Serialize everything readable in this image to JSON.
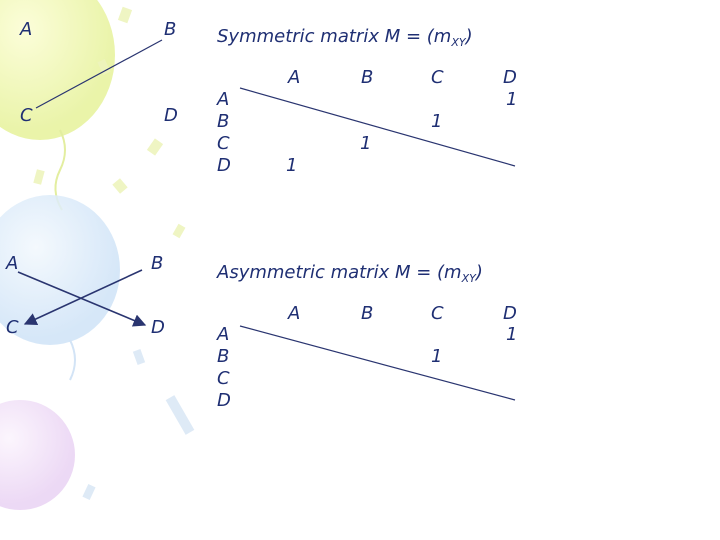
{
  "top_diagram": {
    "nodes": {
      "a": "A",
      "b": "B",
      "c": "C",
      "d": "D"
    },
    "edges": [
      [
        "B",
        "C"
      ]
    ]
  },
  "bottom_diagram": {
    "nodes": {
      "a": "A",
      "b": "B",
      "c": "C",
      "d": "D"
    },
    "edges": [
      [
        "A",
        "D"
      ],
      [
        "B",
        "C"
      ]
    ]
  },
  "symmetric": {
    "title_prefix": "Symmetric matrix M = (m",
    "title_sub": "XY",
    "title_suffix": ")",
    "col_headers": [
      "A",
      "B",
      "C",
      "D"
    ],
    "row_headers": [
      "A",
      "B",
      "C",
      "D"
    ],
    "cells": {
      "a_d": "1",
      "b_c": "1",
      "c_b": "1",
      "d_a": "1"
    }
  },
  "asymmetric": {
    "title_prefix": "Asymmetric matrix M = (m",
    "title_sub": "XY",
    "title_suffix": ")",
    "col_headers": [
      "A",
      "B",
      "C",
      "D"
    ],
    "row_headers": [
      "A",
      "B",
      "C",
      "D"
    ],
    "cells": {
      "a_d": "1",
      "b_c": "1"
    }
  },
  "colors": {
    "text": "#1f2f73",
    "line": "#2a3570"
  }
}
